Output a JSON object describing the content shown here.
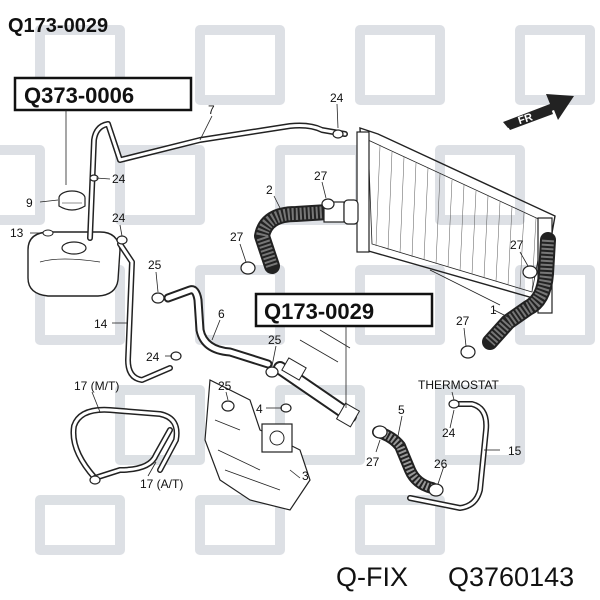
{
  "header": {
    "part_code": "Q173-0029"
  },
  "callouts": [
    {
      "id": "callout-top",
      "text": "Q373-0006"
    },
    {
      "id": "callout-mid",
      "text": "Q173-0029"
    }
  ],
  "direction_label": "FR",
  "labels": [
    {
      "text": "7"
    },
    {
      "text": "24"
    },
    {
      "text": "24"
    },
    {
      "text": "9"
    },
    {
      "text": "13"
    },
    {
      "text": "24"
    },
    {
      "text": "27"
    },
    {
      "text": "2"
    },
    {
      "text": "27"
    },
    {
      "text": "25"
    },
    {
      "text": "14"
    },
    {
      "text": "6"
    },
    {
      "text": "24"
    },
    {
      "text": "25"
    },
    {
      "text": "17 (M/T)"
    },
    {
      "text": "25"
    },
    {
      "text": "4"
    },
    {
      "text": "17 (A/T)"
    },
    {
      "text": "27"
    },
    {
      "text": "1"
    },
    {
      "text": "27"
    },
    {
      "text": "THERMOSTAT"
    },
    {
      "text": "5"
    },
    {
      "text": "24"
    },
    {
      "text": "15"
    },
    {
      "text": "27"
    },
    {
      "text": "26"
    },
    {
      "text": "3"
    }
  ],
  "footer": {
    "brand": "Q-FIX",
    "part_number": "Q3760143"
  }
}
